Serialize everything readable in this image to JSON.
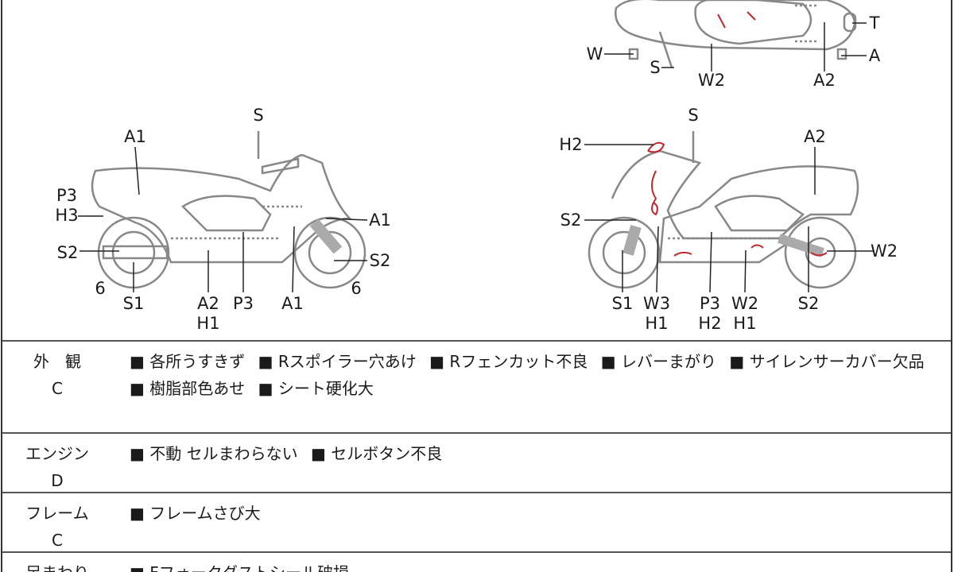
{
  "diagram": {
    "top_labels": [
      "W",
      "S",
      "W2",
      "A2",
      "T",
      "A"
    ],
    "left_labels": [
      "A1",
      "S",
      "P3",
      "H3",
      "A1",
      "S2",
      "S2",
      "6",
      "6",
      "S1",
      "A2",
      "H1",
      "P3",
      "A1"
    ],
    "right_labels": [
      "S",
      "H2",
      "A2",
      "S2",
      "W2",
      "S1",
      "W3",
      "H1",
      "P3",
      "H2",
      "W2",
      "H1",
      "S2"
    ],
    "damage_color": "#c0282d"
  },
  "sections": [
    {
      "category": "外　観",
      "grade": "C",
      "items": [
        "各所うすきず",
        "Rスポイラー穴あけ",
        "Rフェンカット不良",
        "レバーまがり",
        "サイレンサーカバー欠品",
        "樹脂部色あせ",
        "シート硬化大"
      ]
    },
    {
      "category": "エンジン",
      "grade": "D",
      "items": [
        "不動 セルまわらない",
        "セルボタン不良"
      ]
    },
    {
      "category": "フレーム",
      "grade": "C",
      "items": [
        "フレームさび大"
      ]
    },
    {
      "category": "足まわり",
      "grade": "",
      "items": [
        "Fフォークダストシール破損"
      ]
    }
  ]
}
